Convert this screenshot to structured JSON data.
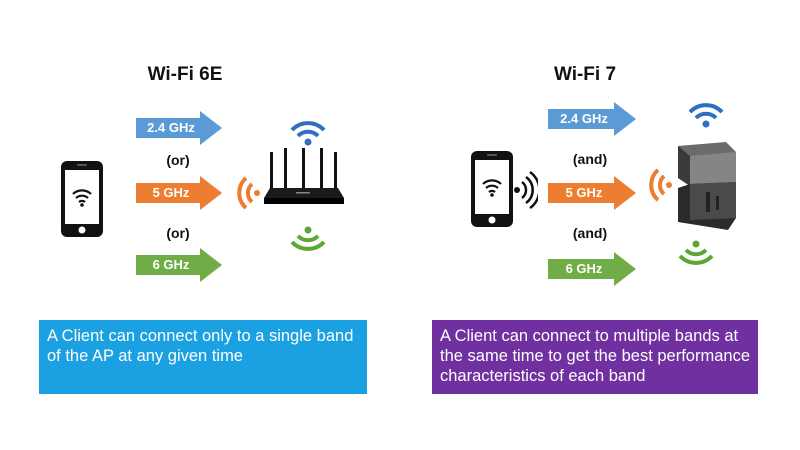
{
  "left": {
    "title": "Wi-Fi 6E",
    "bands": [
      "2.4 GHz",
      "5 GHz",
      "6 GHz"
    ],
    "connectors": [
      "(or)",
      "(or)"
    ],
    "caption": "A Client can connect only to a single band of the AP at any given time"
  },
  "right": {
    "title": "Wi-Fi 7",
    "bands": [
      "2.4 GHz",
      "5 GHz",
      "6 GHz"
    ],
    "connectors": [
      "(and)",
      "(and)"
    ],
    "caption": "A Client can connect to multiple bands at the same time to get the best performance characteristics of each band"
  },
  "colors": {
    "band_24": "#5b9bd5",
    "band_5": "#ed7d31",
    "band_6": "#70ad47",
    "caption_left": "#1ba1e2",
    "caption_right": "#7030a0"
  }
}
